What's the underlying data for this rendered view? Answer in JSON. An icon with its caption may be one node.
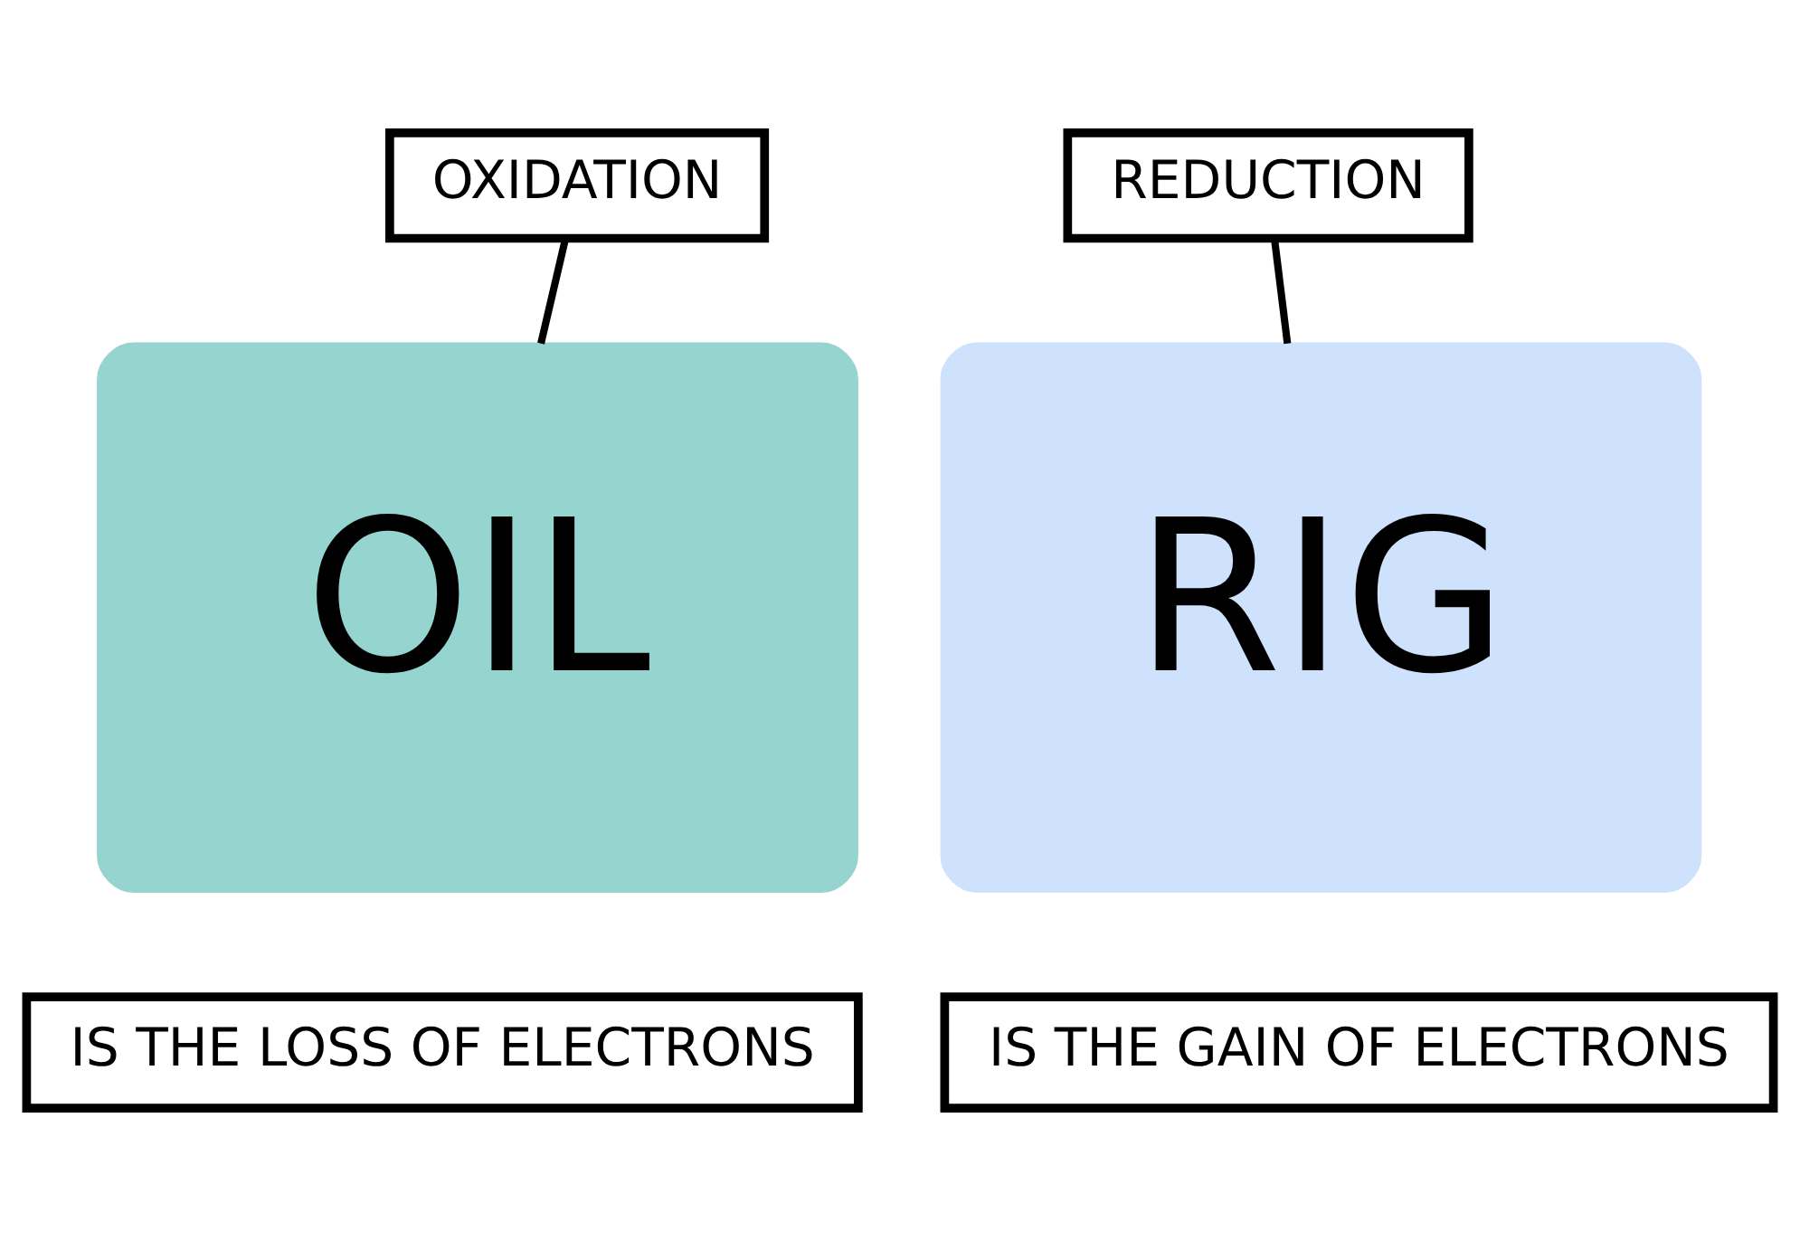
{
  "diagram": {
    "nodes": [
      {
        "text": [
          "OXIDATION"
        ]
      },
      {
        "text": [
          "REDUCTION"
        ]
      },
      {
        "text": [
          "OIL"
        ]
      },
      {
        "text": [
          "RIG"
        ]
      },
      {
        "text": [
          "IS THE LOSS OF ELECTRONS"
        ]
      },
      {
        "text": [
          "IS THE GAIN OF ELECTRONS"
        ]
      }
    ],
    "edges": [
      {
        "from": 0,
        "to": 2,
        "arrow": "none"
      },
      {
        "from": 1,
        "to": 3,
        "arrow": "none"
      }
    ]
  }
}
